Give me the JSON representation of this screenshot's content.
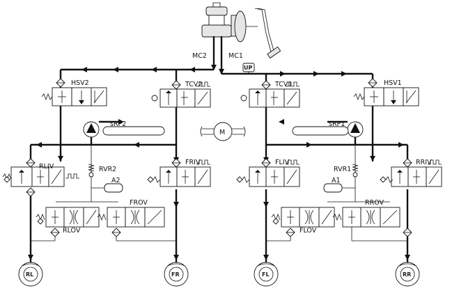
{
  "labels": {
    "mc1": "MC1",
    "mc2": "MC2",
    "up": "UP",
    "hsv1": "HSV1",
    "hsv2": "HSV2",
    "tcv1": "TCV1",
    "tcv2": "TCV2",
    "srp1": "sRP1",
    "srp2": "sRP2",
    "motor": "M",
    "rliv": "RLIV",
    "friv": "FRIV",
    "fliv": "FLIV",
    "rriv": "RRIV",
    "rvr1": "RVR1",
    "rvr2": "RVR2",
    "a1": "A1",
    "a2": "A2",
    "frov": "FROV",
    "rlov": "RLOV",
    "flov": "FLOV",
    "rrov": "RROV"
  },
  "wheels": {
    "rl": "RL",
    "fr": "FR",
    "fl": "FL",
    "rr": "RR"
  },
  "colors": {
    "line": "#111111",
    "fill": "#ffffff",
    "accent_grey": "#e6e6e6"
  }
}
